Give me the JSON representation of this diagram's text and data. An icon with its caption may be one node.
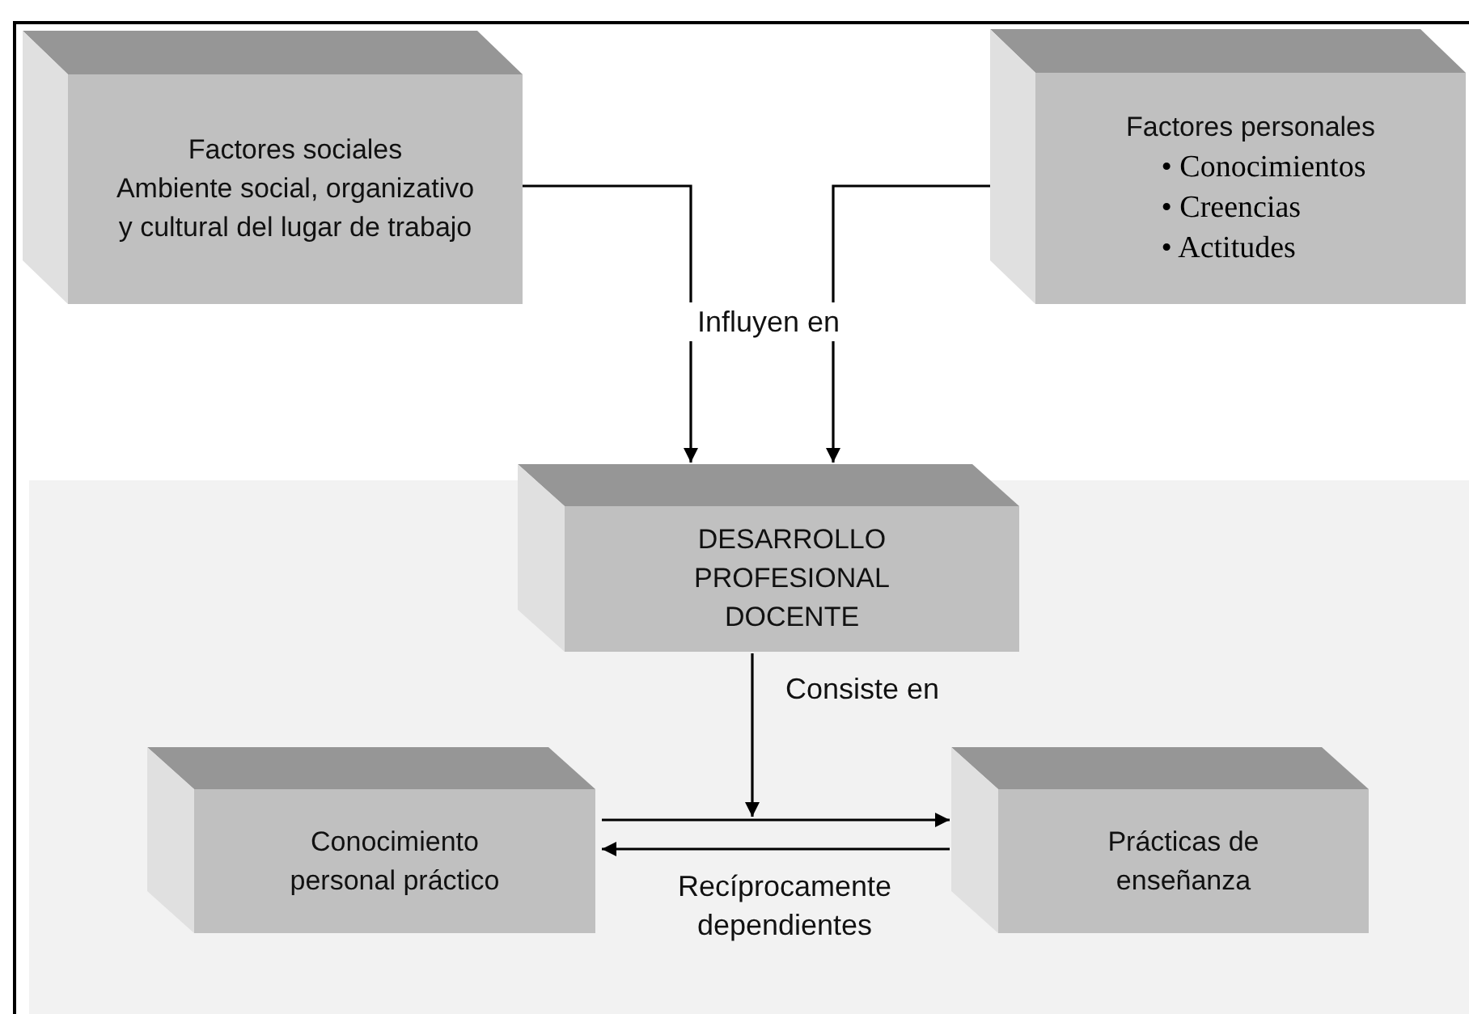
{
  "diagram": {
    "nodes": [
      {
        "text": [
          "Factores sociales",
          "Ambiente social, organizativo y cultural del lugar de trabajo"
        ]
      },
      {
        "text": [
          "Factores personales",
          "• Conocimientos",
          "• Creencias",
          "• Actitudes"
        ]
      },
      {
        "text": [
          "DESARROLLO PROFESIONAL DOCENTE"
        ]
      },
      {
        "text": [
          "Conocimiento personal práctico"
        ]
      },
      {
        "text": [
          "Prácticas de enseñanza"
        ]
      }
    ],
    "edges": [
      {
        "from": 0,
        "to": 2,
        "arrow": "to"
      },
      {
        "from": 1,
        "to": 2,
        "arrow": "to"
      },
      {
        "from": 2,
        "to": null,
        "arrow": "to",
        "label": "Consiste en"
      },
      {
        "from": 3,
        "to": 4,
        "arrow": "to"
      },
      {
        "from": 4,
        "to": 3,
        "arrow": "to",
        "label": "Recíprocamente dependientes"
      }
    ],
    "labels": [
      "Influyen en"
    ]
  }
}
